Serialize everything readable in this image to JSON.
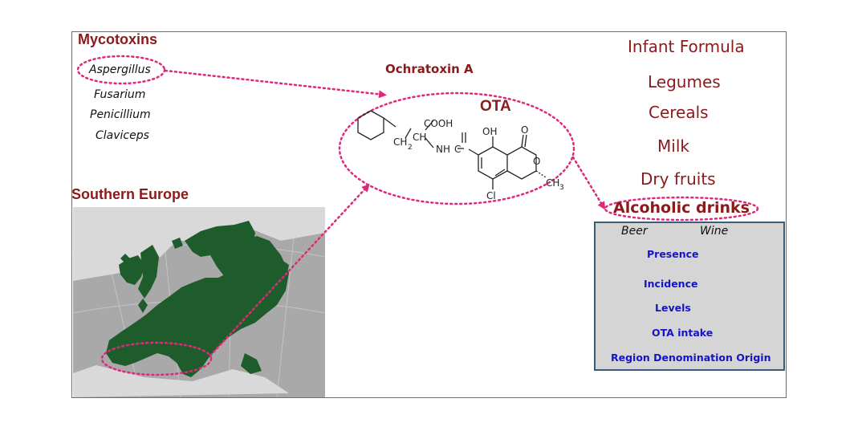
{
  "mycotoxins": {
    "title": "Mycotoxins",
    "genera": [
      "Aspergillus",
      "Fusarium",
      "Penicillium",
      "Claviceps"
    ]
  },
  "toxin": {
    "name": "Ochratoxin A",
    "abbreviation": "OTA",
    "structure_labels": {
      "cooh": "COOH",
      "ch": "CH",
      "ch2": "CH",
      "sub2": "2",
      "nh": "NH",
      "c": "C",
      "oh": "OH",
      "o1": "O",
      "o2": "O",
      "cl": "Cl",
      "ch3": "CH",
      "sub3": "3"
    }
  },
  "region": {
    "title": "Southern Europe"
  },
  "foods": [
    "Infant Formula",
    "Legumes",
    "Cereals",
    "Milk",
    "Dry fruits"
  ],
  "alcoholic": {
    "title": "Alcoholic drinks",
    "drinks": [
      "Beer",
      "Wine"
    ],
    "aspects": [
      "Presence",
      "Incidence",
      "Levels",
      "OTA intake",
      "Region Denomination Origin"
    ]
  },
  "colors": {
    "maroon": "#8b1a1a",
    "arrow_pink": "#e0287a",
    "europe_green": "#1f5c2c",
    "land_grey": "#a9a9a9",
    "panel_bg": "#d5d5d5",
    "panel_border": "#3b5e78",
    "aspect_blue": "#1414c8"
  }
}
